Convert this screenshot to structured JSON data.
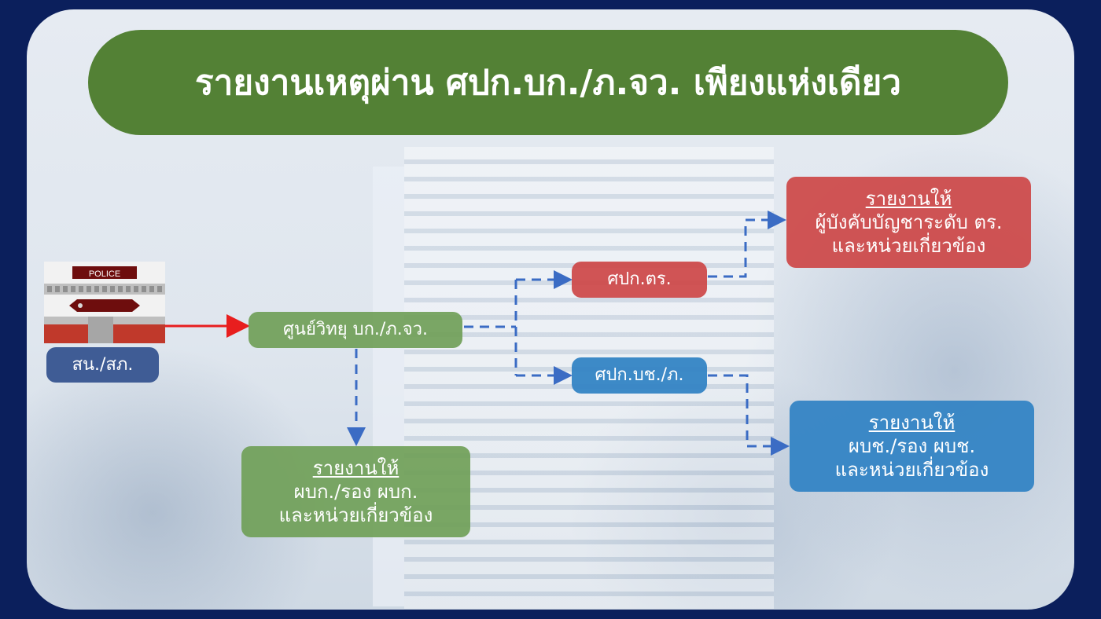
{
  "title": "รายงานเหตุผ่าน ศปก.บก./ภ.จว. เพียงแห่งเดียว",
  "colors": {
    "background": "#0b1f5c",
    "title_bar": "#538135",
    "green_box": "#70a058",
    "red_box": "#cd4646",
    "blue_box": "#3484c4",
    "navy_box": "#3f5c95",
    "arrow_red": "#e81e1e",
    "dashed_line": "#3b6cc4"
  },
  "station": {
    "sign": "POLICE",
    "label": "สน./สภ."
  },
  "nodes": {
    "radio_center": "ศูนย์วิทยุ บก./ภ.จว.",
    "spk_police": "ศปก.ตร.",
    "spk_bch": "ศปก.บช./ภ."
  },
  "reports": {
    "red": {
      "header": "รายงานให้",
      "line1": "ผู้บังคับบัญชาระดับ ตร.",
      "line2": "และหน่วยเกี่ยวข้อง"
    },
    "blue": {
      "header": "รายงานให้",
      "line1": "ผบช./รอง ผบช.",
      "line2": "และหน่วยเกี่ยวข้อง"
    },
    "green": {
      "header": "รายงานให้",
      "line1": "ผบก./รอง ผบก.",
      "line2": "และหน่วยเกี่ยวข้อง"
    }
  }
}
